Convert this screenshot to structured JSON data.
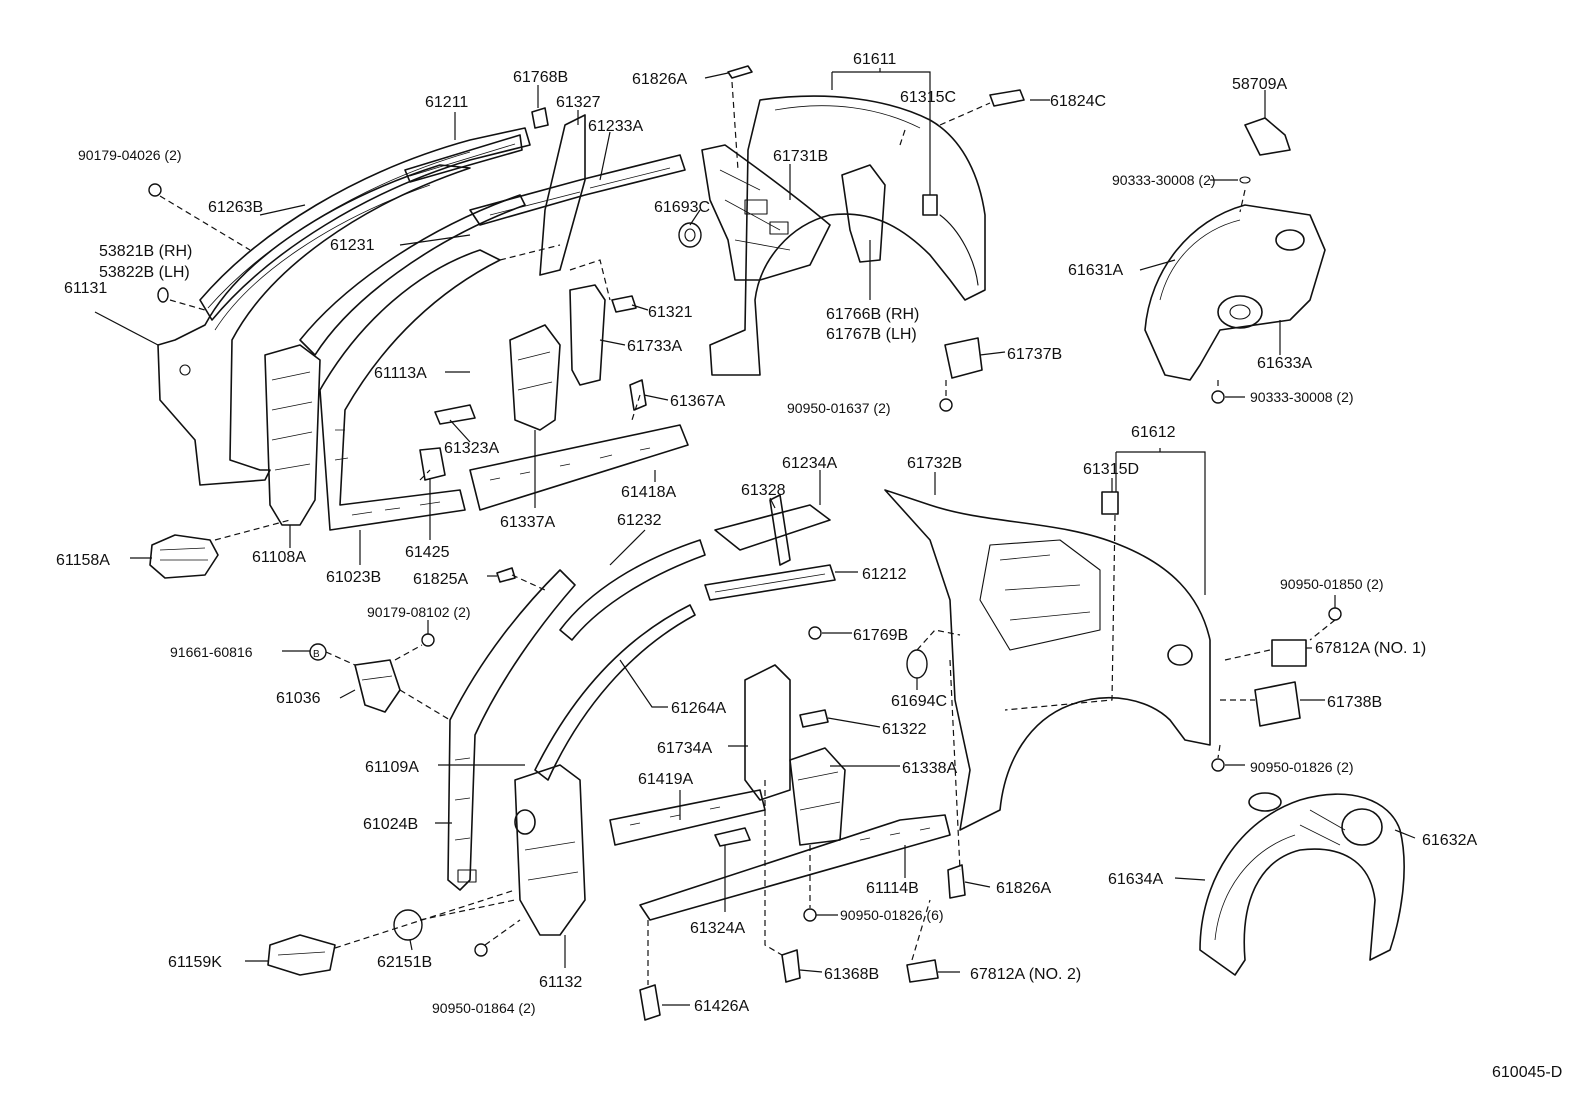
{
  "parts": [
    {
      "id": "p_61611",
      "label": "61611"
    },
    {
      "id": "p_61211",
      "label": "61211"
    },
    {
      "id": "p_61768B",
      "label": "61768B"
    },
    {
      "id": "p_61327",
      "label": "61327"
    },
    {
      "id": "p_61826A_top",
      "label": "61826A"
    },
    {
      "id": "p_61315C",
      "label": "61315C"
    },
    {
      "id": "p_61824C",
      "label": "61824C"
    },
    {
      "id": "p_58709A",
      "label": "58709A"
    },
    {
      "id": "p_90179_04026",
      "label": "90179-04026 (2)"
    },
    {
      "id": "p_61233A",
      "label": "61233A"
    },
    {
      "id": "p_61731B",
      "label": "61731B"
    },
    {
      "id": "p_61263B",
      "label": "61263B"
    },
    {
      "id": "p_61693C",
      "label": "61693C"
    },
    {
      "id": "p_90333_30008_a",
      "label": "90333-30008 (2)"
    },
    {
      "id": "p_61231",
      "label": "61231"
    },
    {
      "id": "p_53821B",
      "label": "53821B (RH)"
    },
    {
      "id": "p_53822B",
      "label": "53822B (LH)"
    },
    {
      "id": "p_61631A",
      "label": "61631A"
    },
    {
      "id": "p_61131",
      "label": "61131"
    },
    {
      "id": "p_61321",
      "label": "61321"
    },
    {
      "id": "p_61766B",
      "label": "61766B (RH)"
    },
    {
      "id": "p_61767B",
      "label": "61767B (LH)"
    },
    {
      "id": "p_61633A",
      "label": "61633A"
    },
    {
      "id": "p_61733A",
      "label": "61733A"
    },
    {
      "id": "p_61737B",
      "label": "61737B"
    },
    {
      "id": "p_61113A",
      "label": "61113A"
    },
    {
      "id": "p_61367A",
      "label": "61367A"
    },
    {
      "id": "p_90950_01637",
      "label": "90950-01637 (2)"
    },
    {
      "id": "p_90333_30008_b",
      "label": "90333-30008 (2)"
    },
    {
      "id": "p_61323A",
      "label": "61323A"
    },
    {
      "id": "p_61612",
      "label": "61612"
    },
    {
      "id": "p_61234A",
      "label": "61234A"
    },
    {
      "id": "p_61732B",
      "label": "61732B"
    },
    {
      "id": "p_61315D",
      "label": "61315D"
    },
    {
      "id": "p_61418A",
      "label": "61418A"
    },
    {
      "id": "p_61328",
      "label": "61328"
    },
    {
      "id": "p_61337A",
      "label": "61337A"
    },
    {
      "id": "p_61232",
      "label": "61232"
    },
    {
      "id": "p_61158A",
      "label": "61158A"
    },
    {
      "id": "p_61108A",
      "label": "61108A"
    },
    {
      "id": "p_61023B",
      "label": "61023B"
    },
    {
      "id": "p_61425",
      "label": "61425"
    },
    {
      "id": "p_61825A",
      "label": "61825A"
    },
    {
      "id": "p_61212",
      "label": "61212"
    },
    {
      "id": "p_90950_01850",
      "label": "90950-01850 (2)"
    },
    {
      "id": "p_90179_08102",
      "label": "90179-08102 (2)"
    },
    {
      "id": "p_61769B",
      "label": "61769B"
    },
    {
      "id": "p_91661_60816",
      "label": "91661-60816"
    },
    {
      "id": "p_67812A_1",
      "label": "67812A (NO. 1)"
    },
    {
      "id": "p_61036",
      "label": "61036"
    },
    {
      "id": "p_61694C",
      "label": "61694C"
    },
    {
      "id": "p_61738B",
      "label": "61738B"
    },
    {
      "id": "p_61264A",
      "label": "61264A"
    },
    {
      "id": "p_61322",
      "label": "61322"
    },
    {
      "id": "p_61734A",
      "label": "61734A"
    },
    {
      "id": "p_61109A",
      "label": "61109A"
    },
    {
      "id": "p_61338A",
      "label": "61338A"
    },
    {
      "id": "p_90950_01826_a",
      "label": "90950-01826 (2)"
    },
    {
      "id": "p_61419A",
      "label": "61419A"
    },
    {
      "id": "p_61024B",
      "label": "61024B"
    },
    {
      "id": "p_61632A",
      "label": "61632A"
    },
    {
      "id": "p_61634A",
      "label": "61634A"
    },
    {
      "id": "p_61114B",
      "label": "61114B"
    },
    {
      "id": "p_61826A_bot",
      "label": "61826A"
    },
    {
      "id": "p_90950_01826_b",
      "label": "90950-01826 (6)"
    },
    {
      "id": "p_61324A",
      "label": "61324A"
    },
    {
      "id": "p_61159K",
      "label": "61159K"
    },
    {
      "id": "p_62151B",
      "label": "62151B"
    },
    {
      "id": "p_61132",
      "label": "61132"
    },
    {
      "id": "p_61368B",
      "label": "61368B"
    },
    {
      "id": "p_67812A_2",
      "label": "67812A (NO. 2)"
    },
    {
      "id": "p_90950_01864",
      "label": "90950-01864 (2)"
    },
    {
      "id": "p_61426A",
      "label": "61426A"
    }
  ],
  "figure_code": "610045-D"
}
